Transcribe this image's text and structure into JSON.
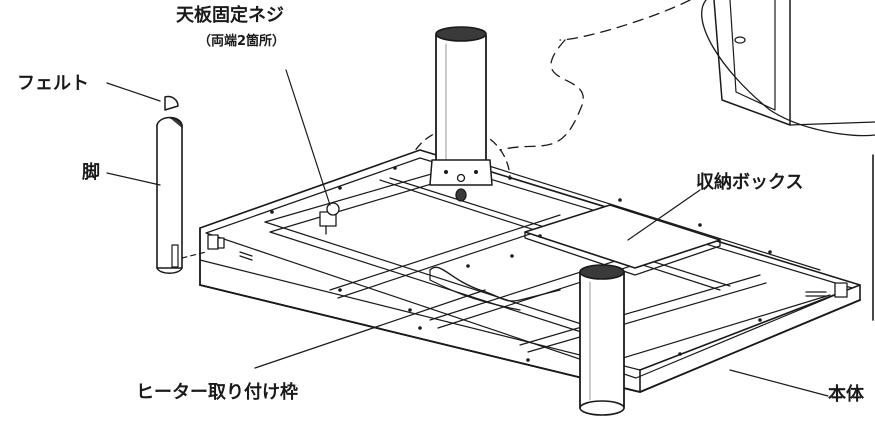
{
  "labels": {
    "screw": "天板固定ネジ",
    "screw_note": "（両端2箇所）",
    "felt": "フェルト",
    "leg": "脚",
    "storage_box": "収納ボックス",
    "heater_frame": "ヒーター取り付け枠",
    "body": "本体"
  },
  "colors": {
    "ink": "#1a1a1a",
    "paper": "#ffffff",
    "shade": "#cfcfcf",
    "dark": "#3a3a3a"
  }
}
